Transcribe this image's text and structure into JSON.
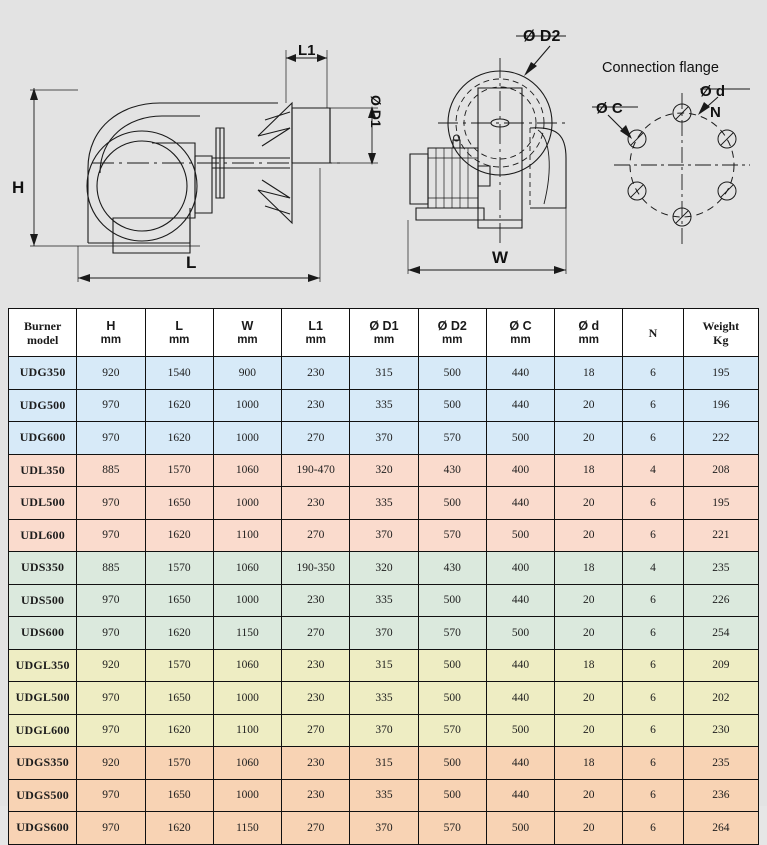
{
  "diagram": {
    "title_connection_flange": "Connection flange",
    "labels": {
      "height": "H",
      "length": "L",
      "width": "W",
      "l1": "L1",
      "d1": "Ø D1",
      "d2": "Ø D2",
      "c": "Ø C",
      "d": "Ø d",
      "n": "N"
    }
  },
  "table": {
    "headers": [
      {
        "name": "Burner",
        "unit": "model"
      },
      {
        "name": "H",
        "unit": "mm"
      },
      {
        "name": "L",
        "unit": "mm"
      },
      {
        "name": "W",
        "unit": "mm"
      },
      {
        "name": "L1",
        "unit": "mm"
      },
      {
        "name": "Ø D1",
        "unit": "mm"
      },
      {
        "name": "Ø D2",
        "unit": "mm"
      },
      {
        "name": "Ø C",
        "unit": "mm"
      },
      {
        "name": "Ø d",
        "unit": "mm"
      },
      {
        "name": "N",
        "unit": ""
      },
      {
        "name": "Weight",
        "unit": "Kg"
      }
    ],
    "group_colors": {
      "UDG": "#d7eaf8",
      "UDL": "#fadbcd",
      "UDS": "#dbe9dd",
      "UDGL": "#eeedc3",
      "UDGS": "#f8d3b4"
    },
    "rows": [
      {
        "group": "UDG",
        "model": "UDG350",
        "H": "920",
        "L": "1540",
        "W": "900",
        "L1": "230",
        "D1": "315",
        "D2": "500",
        "C": "440",
        "d": "18",
        "N": "6",
        "weight": "195"
      },
      {
        "group": "UDG",
        "model": "UDG500",
        "H": "970",
        "L": "1620",
        "W": "1000",
        "L1": "230",
        "D1": "335",
        "D2": "500",
        "C": "440",
        "d": "20",
        "N": "6",
        "weight": "196"
      },
      {
        "group": "UDG",
        "model": "UDG600",
        "H": "970",
        "L": "1620",
        "W": "1000",
        "L1": "270",
        "D1": "370",
        "D2": "570",
        "C": "500",
        "d": "20",
        "N": "6",
        "weight": "222"
      },
      {
        "group": "UDL",
        "model": "UDL350",
        "H": "885",
        "L": "1570",
        "W": "1060",
        "L1": "190-470",
        "D1": "320",
        "D2": "430",
        "C": "400",
        "d": "18",
        "N": "4",
        "weight": "208"
      },
      {
        "group": "UDL",
        "model": "UDL500",
        "H": "970",
        "L": "1650",
        "W": "1000",
        "L1": "230",
        "D1": "335",
        "D2": "500",
        "C": "440",
        "d": "20",
        "N": "6",
        "weight": "195"
      },
      {
        "group": "UDL",
        "model": "UDL600",
        "H": "970",
        "L": "1620",
        "W": "1100",
        "L1": "270",
        "D1": "370",
        "D2": "570",
        "C": "500",
        "d": "20",
        "N": "6",
        "weight": "221"
      },
      {
        "group": "UDS",
        "model": "UDS350",
        "H": "885",
        "L": "1570",
        "W": "1060",
        "L1": "190-350",
        "D1": "320",
        "D2": "430",
        "C": "400",
        "d": "18",
        "N": "4",
        "weight": "235"
      },
      {
        "group": "UDS",
        "model": "UDS500",
        "H": "970",
        "L": "1650",
        "W": "1000",
        "L1": "230",
        "D1": "335",
        "D2": "500",
        "C": "440",
        "d": "20",
        "N": "6",
        "weight": "226"
      },
      {
        "group": "UDS",
        "model": "UDS600",
        "H": "970",
        "L": "1620",
        "W": "1150",
        "L1": "270",
        "D1": "370",
        "D2": "570",
        "C": "500",
        "d": "20",
        "N": "6",
        "weight": "254"
      },
      {
        "group": "UDGL",
        "model": "UDGL350",
        "H": "920",
        "L": "1570",
        "W": "1060",
        "L1": "230",
        "D1": "315",
        "D2": "500",
        "C": "440",
        "d": "18",
        "N": "6",
        "weight": "209"
      },
      {
        "group": "UDGL",
        "model": "UDGL500",
        "H": "970",
        "L": "1650",
        "W": "1000",
        "L1": "230",
        "D1": "335",
        "D2": "500",
        "C": "440",
        "d": "20",
        "N": "6",
        "weight": "202"
      },
      {
        "group": "UDGL",
        "model": "UDGL600",
        "H": "970",
        "L": "1620",
        "W": "1100",
        "L1": "270",
        "D1": "370",
        "D2": "570",
        "C": "500",
        "d": "20",
        "N": "6",
        "weight": "230"
      },
      {
        "group": "UDGS",
        "model": "UDGS350",
        "H": "920",
        "L": "1570",
        "W": "1060",
        "L1": "230",
        "D1": "315",
        "D2": "500",
        "C": "440",
        "d": "18",
        "N": "6",
        "weight": "235"
      },
      {
        "group": "UDGS",
        "model": "UDGS500",
        "H": "970",
        "L": "1650",
        "W": "1000",
        "L1": "230",
        "D1": "335",
        "D2": "500",
        "C": "440",
        "d": "20",
        "N": "6",
        "weight": "236"
      },
      {
        "group": "UDGS",
        "model": "UDGS600",
        "H": "970",
        "L": "1620",
        "W": "1150",
        "L1": "270",
        "D1": "370",
        "D2": "570",
        "C": "500",
        "d": "20",
        "N": "6",
        "weight": "264"
      }
    ]
  }
}
